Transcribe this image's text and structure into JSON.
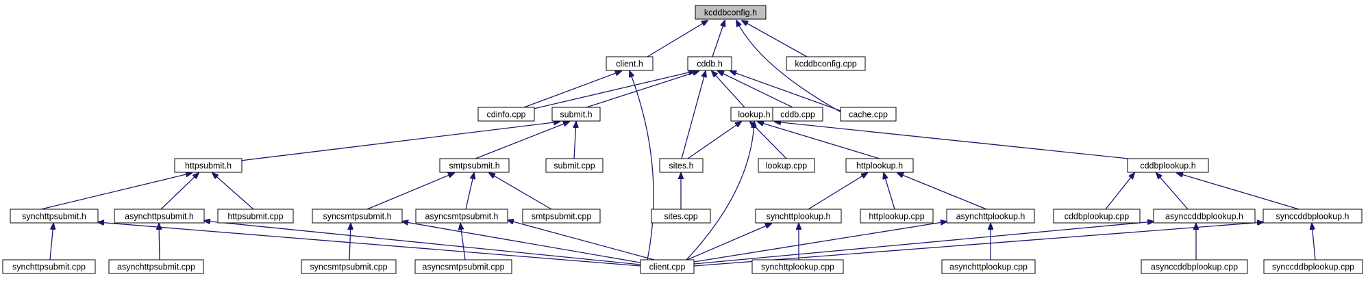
{
  "diagram": {
    "title": "",
    "colors": {
      "edge": "#191970",
      "node_border": "#000000",
      "root_fill": "#bfbfbf",
      "node_fill": "#ffffff"
    },
    "nodes": {
      "kcddbconfig_h": "kcddbconfig.h",
      "client_h": "client.h",
      "cddb_h": "cddb.h",
      "kcddbconfig_cpp": "kcddbconfig.cpp",
      "cdinfo_cpp": "cdinfo.cpp",
      "submit_h": "submit.h",
      "lookup_h": "lookup.h",
      "cddb_cpp": "cddb.cpp",
      "cache_cpp": "cache.cpp",
      "httpsubmit_h": "httpsubmit.h",
      "smtpsubmit_h": "smtpsubmit.h",
      "submit_cpp": "submit.cpp",
      "sites_h": "sites.h",
      "lookup_cpp": "lookup.cpp",
      "httplookup_h": "httplookup.h",
      "cddblookup_h": "cddbplookup.h",
      "synchttpsubmit_h": "synchttpsubmit.h",
      "asynchttpsubmit_h": "asynchttpsubmit.h",
      "httpsubmit_cpp": "httpsubmit.cpp",
      "syncsmtpsubmit_h": "syncsmtpsubmit.h",
      "asyncsmtpsubmit_h": "asyncsmtpsubmit.h",
      "smtpsubmit_cpp": "smtpsubmit.cpp",
      "sites_cpp": "sites.cpp",
      "synchttplookup_h": "synchttplookup.h",
      "httplookup_cpp": "httplookup.cpp",
      "asynchttplookup_h": "asynchttplookup.h",
      "cddblookup_cpp": "cddbplookup.cpp",
      "asynccddblookup_h": "asynccddbplookup.h",
      "synccddblookup_h": "synccddbplookup.h",
      "synchttpsubmit_cpp": "synchttpsubmit.cpp",
      "asynchttpsubmit_cpp": "asynchttpsubmit.cpp",
      "syncsmtpsubmit_cpp": "syncsmtpsubmit.cpp",
      "asyncsmtpsubmit_cpp": "asyncsmtpsubmit.cpp",
      "client_cpp": "client.cpp",
      "synchttplookup_cpp": "synchttplookup.cpp",
      "asynchttplookup_cpp": "asynchttplookup.cpp",
      "asynccddblookup_cpp": "asynccddbplookup.cpp",
      "synccddblookup_cpp": "synccddbplookup.cpp"
    }
  }
}
